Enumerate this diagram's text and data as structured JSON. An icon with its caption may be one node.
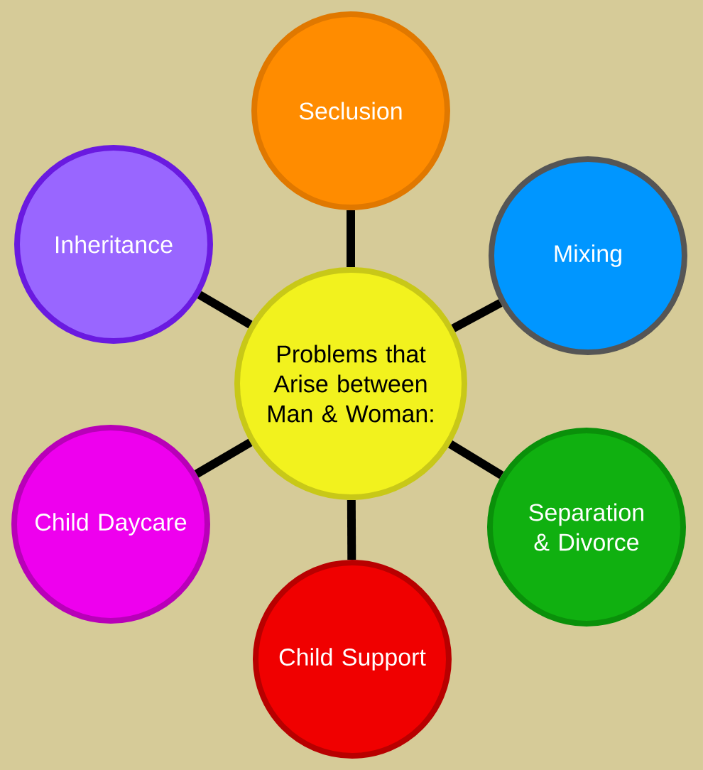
{
  "diagram": {
    "nodes": [
      {
        "text": [
          "Problems that Arise between Man & Woman:"
        ]
      },
      {
        "text": [
          "Seclusion"
        ]
      },
      {
        "text": [
          "Mixing"
        ]
      },
      {
        "text": [
          "Separation & Divorce"
        ]
      },
      {
        "text": [
          "Child Support"
        ]
      },
      {
        "text": [
          "Child Daycare"
        ]
      },
      {
        "text": [
          "Inheritance"
        ]
      }
    ],
    "edges": [
      {
        "from": 0,
        "to": 1,
        "arrow": "none"
      },
      {
        "from": 0,
        "to": 2,
        "arrow": "none"
      },
      {
        "from": 0,
        "to": 3,
        "arrow": "none"
      },
      {
        "from": 0,
        "to": 4,
        "arrow": "none"
      },
      {
        "from": 0,
        "to": 5,
        "arrow": "none"
      },
      {
        "from": 0,
        "to": 6,
        "arrow": "none"
      }
    ]
  }
}
